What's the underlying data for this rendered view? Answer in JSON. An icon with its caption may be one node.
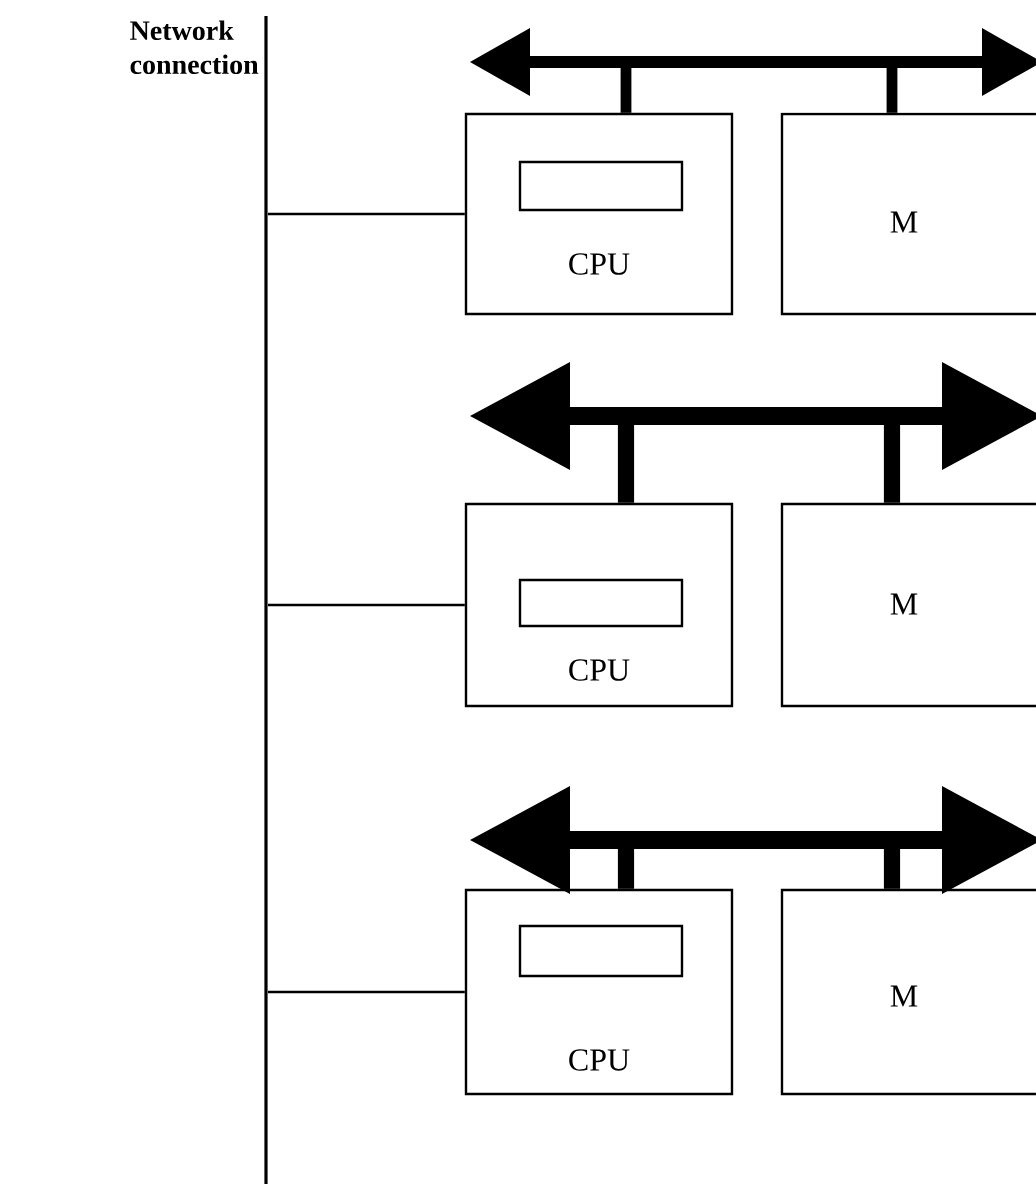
{
  "diagram": {
    "nodes": [
      {
        "text": [],
        "shape": "bar",
        "beside": [
          "Network connection"
        ]
      },
      {
        "text": [],
        "shape": "bar"
      },
      {
        "text": [
          "CPU"
        ]
      },
      {
        "text": [],
        "shape": "box",
        "in": 2
      },
      {
        "text": [
          "M"
        ]
      },
      {
        "text": [],
        "shape": "bar"
      },
      {
        "text": [
          "CPU"
        ]
      },
      {
        "text": [],
        "shape": "box",
        "in": 6
      },
      {
        "text": [
          "M"
        ]
      },
      {
        "text": [],
        "shape": "bar"
      },
      {
        "text": [
          "CPU"
        ]
      },
      {
        "text": [],
        "shape": "box",
        "in": 10
      },
      {
        "text": [
          "M"
        ]
      }
    ],
    "edges": [
      {
        "from": 0,
        "to": 2,
        "arrow": "none"
      },
      {
        "from": 1,
        "to": 2,
        "arrow": "none"
      },
      {
        "from": 1,
        "to": 4,
        "arrow": "none"
      },
      {
        "from": 0,
        "to": 6,
        "arrow": "none"
      },
      {
        "from": 5,
        "to": 6,
        "arrow": "none"
      },
      {
        "from": 5,
        "to": 8,
        "arrow": "none"
      },
      {
        "from": 0,
        "to": 10,
        "arrow": "none"
      },
      {
        "from": 9,
        "to": 10,
        "arrow": "none"
      },
      {
        "from": 9,
        "to": 12,
        "arrow": "none"
      }
    ]
  }
}
